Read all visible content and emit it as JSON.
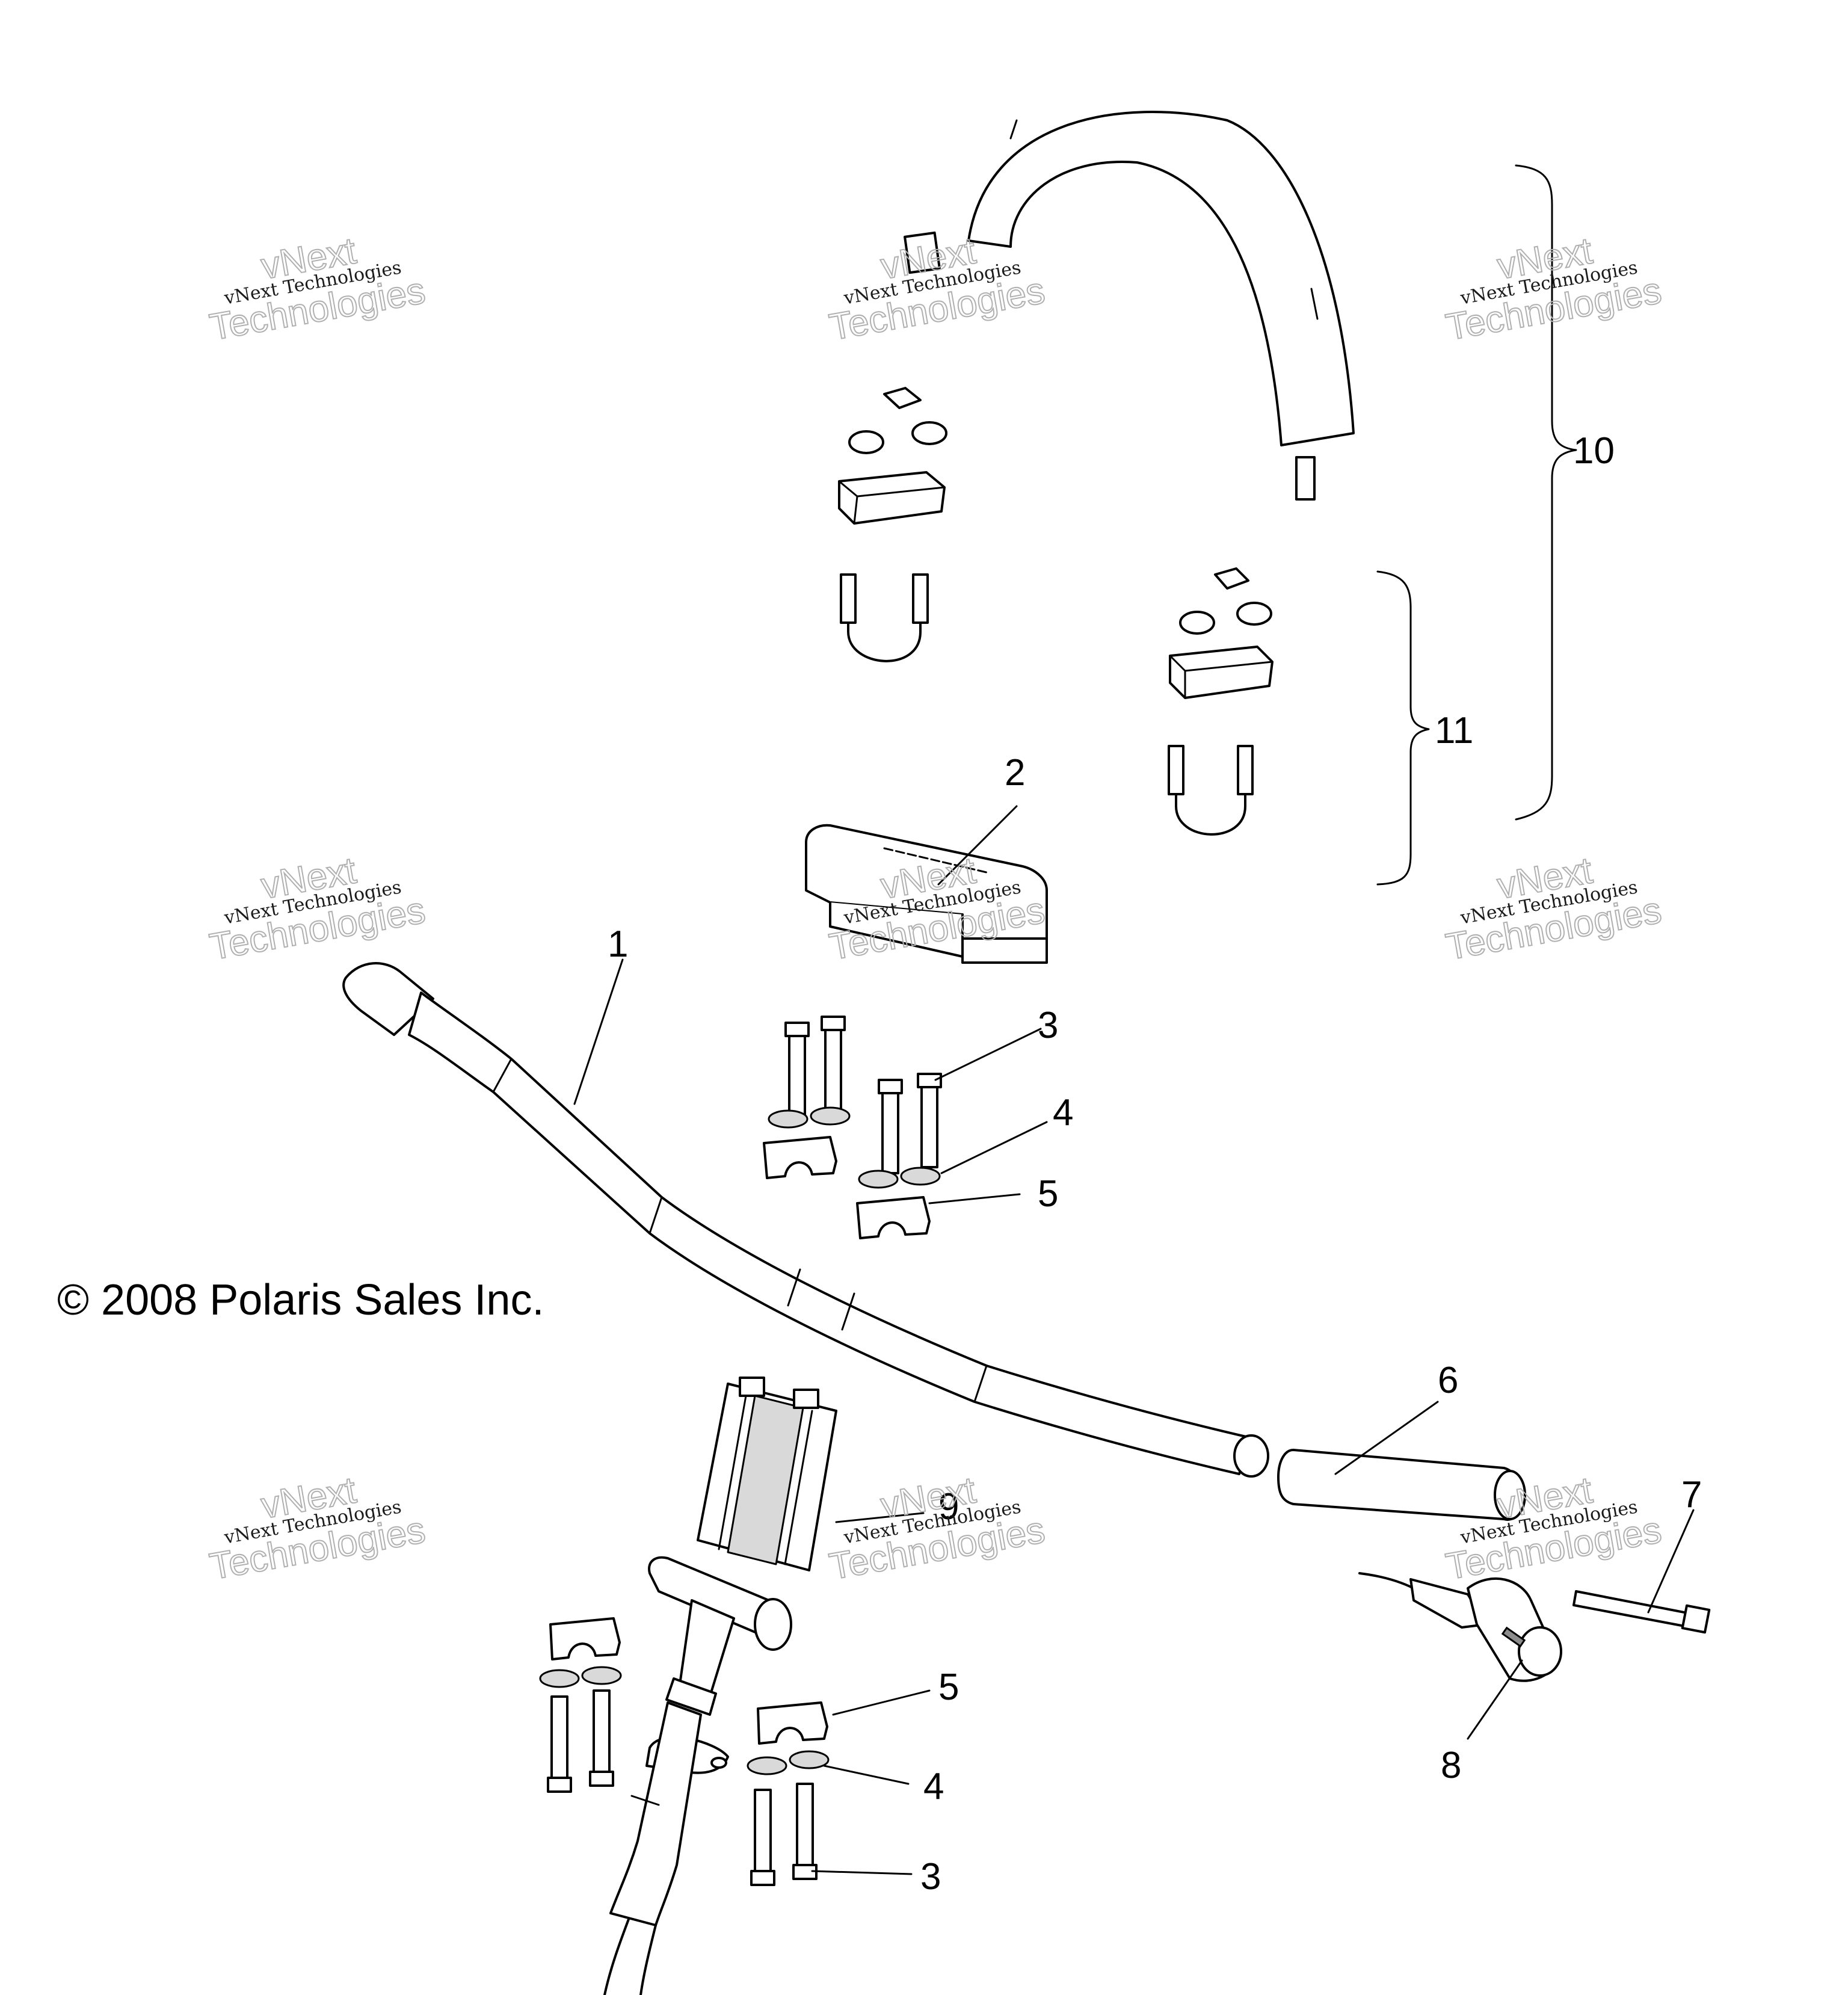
{
  "copyright": "© 2008 Polaris Sales Inc.",
  "callouts": {
    "c1": "1",
    "c2": "2",
    "c3a": "3",
    "c3b": "3",
    "c4a": "4",
    "c4b": "4",
    "c5a": "5",
    "c5b": "5",
    "c6": "6",
    "c7": "7",
    "c8": "8",
    "c9": "9",
    "c10": "10",
    "c11": "11"
  },
  "watermark": {
    "line1": "vNext",
    "line2": "vNext Technologies",
    "line3": "Technologies"
  }
}
